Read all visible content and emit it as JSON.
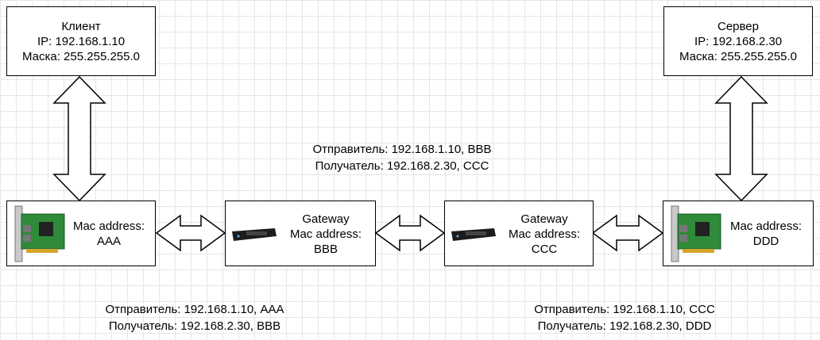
{
  "client": {
    "title": "Клиент",
    "ip": "IP: 192.168.1.10",
    "mask": "Маска: 255.255.255.0"
  },
  "server": {
    "title": "Сервер",
    "ip": "IP: 192.168.2.30",
    "mask": "Маска: 255.255.255.0"
  },
  "nic_left": {
    "label": "Mac address:",
    "mac": "AAA"
  },
  "gateway1": {
    "title": "Gateway",
    "label": "Mac address:",
    "mac": "BBB"
  },
  "gateway2": {
    "title": "Gateway",
    "label": "Mac address:",
    "mac": "CCC"
  },
  "nic_right": {
    "label": "Mac address:",
    "mac": "DDD"
  },
  "frame_middle": {
    "sender": "Отправитель: 192.168.1.10, BBB",
    "receiver": "Получатель: 192.168.2.30, CCC"
  },
  "frame_left": {
    "sender": "Отправитель: 192.168.1.10, AAA",
    "receiver": "Получатель: 192.168.2.30, BBB"
  },
  "frame_right": {
    "sender": "Отправитель: 192.168.1.10, CCC",
    "receiver": "Получатель: 192.168.2.30, DDD"
  },
  "colors": {
    "pcb_green": "#2f8a3a",
    "router_body": "#1c1c1c",
    "grid": "#e6e6e6"
  }
}
